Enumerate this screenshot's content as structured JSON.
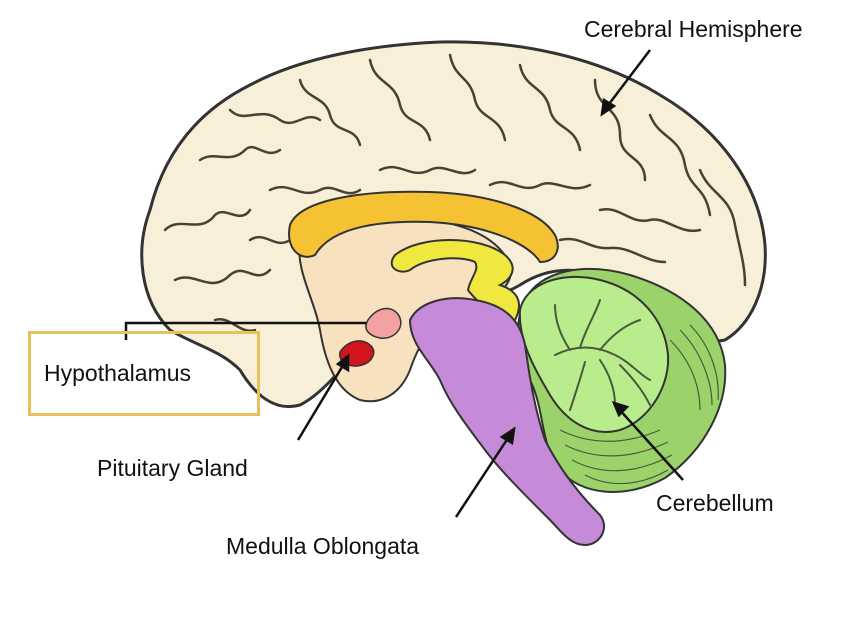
{
  "labels": {
    "cerebral_hemisphere": "Cerebral Hemisphere",
    "hypothalamus": "Hypothalamus",
    "pituitary_gland": "Pituitary Gland",
    "cerebellum": "Cerebellum",
    "medulla_oblongata": "Medulla Oblongata"
  },
  "highlighted_label": "Hypothalamus",
  "colors": {
    "cerebrum": "#f7efd8",
    "corpus_callosum": "#f4c232",
    "fornix": "#f1e83f",
    "thalamus_region": "#f8e1bf",
    "hypothalamus": "#f2a0a0",
    "pituitary": "#d2141e",
    "brainstem": "#c58ad8",
    "cerebellum_inner": "#b9ec8c",
    "cerebellum_outer": "#9bd36a",
    "highlight_box": "#e7c15a",
    "outline": "#333333"
  }
}
